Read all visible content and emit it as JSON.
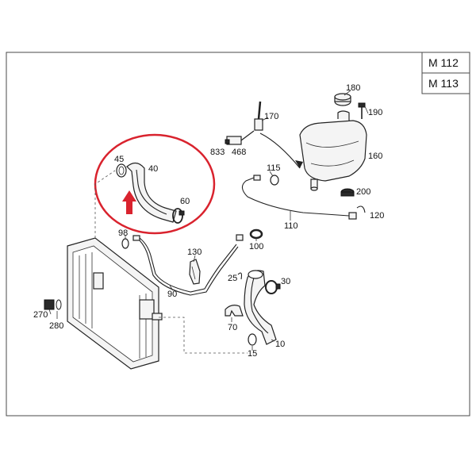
{
  "model_codes": [
    "M 112",
    "M 113"
  ],
  "part_numbers": [
    "10",
    "15",
    "25",
    "30",
    "40",
    "45",
    "60",
    "70",
    "90",
    "98",
    "100",
    "110",
    "115",
    "120",
    "130",
    "160",
    "170",
    "180",
    "190",
    "200",
    "270",
    "280",
    "468",
    "833"
  ],
  "highlight": {
    "ring_color": "#d9232e",
    "arrow_color": "#d9232e",
    "arrow_icon": "up-arrow-icon"
  }
}
